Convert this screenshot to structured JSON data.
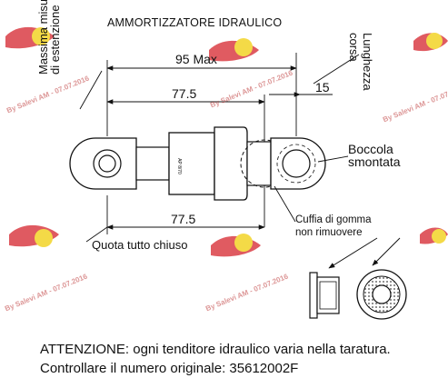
{
  "title": "AMMORTIZZATORE IDRAULICO",
  "dimensions": {
    "overall_max": "95 Max",
    "extended_body": "77.5",
    "stroke": "15",
    "closed_body": "77.5"
  },
  "labels": {
    "max_extension_line1": "Massima misura",
    "max_extension_line2": "di estenzione",
    "stroke_line1": "Lunghezza",
    "stroke_line2": "corsa",
    "bushing_line1": "Boccola",
    "bushing_line2": "smontata",
    "boot_line1": "Cuffia di gomma",
    "boot_line2": "non rimuovere",
    "closed_dimension": "Quota tutto chiuso",
    "body_marking": "AP 8/70"
  },
  "notes": {
    "warning": "ATTENZIONE: ogni tenditore idraulico varia nella taratura.",
    "part_number": "Controllare il numero originale:  35612002F"
  },
  "watermark": {
    "text": "By Salevi AM - 07.07.2016"
  },
  "colors": {
    "line": "#111111",
    "watermark_red": "#d23a3a",
    "watermark_yellow": "#f2d21a"
  }
}
